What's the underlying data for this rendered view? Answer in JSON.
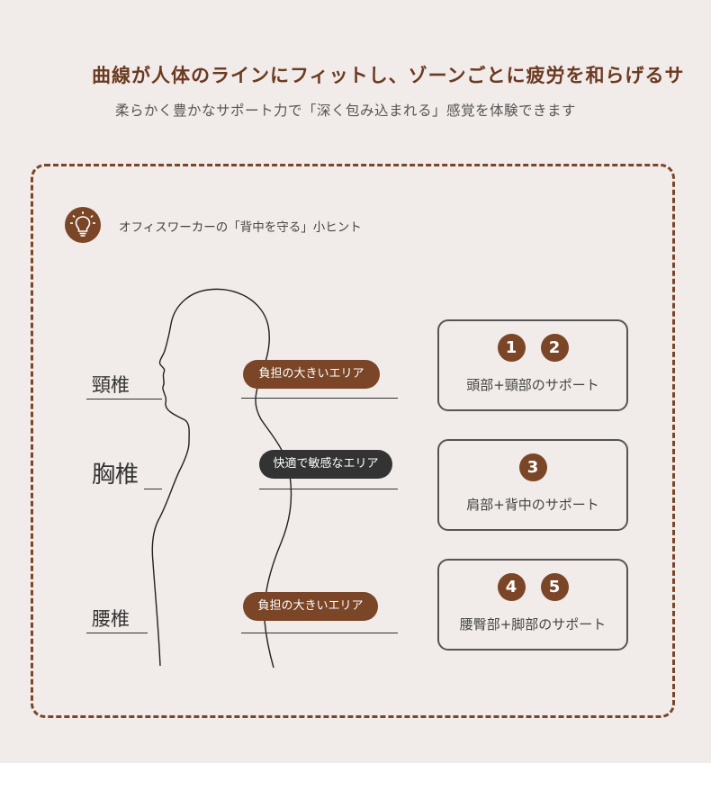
{
  "header": {
    "headline": "曲線が人体のラインにフィットし、ゾーンごとに疲労を和らげるサ",
    "subline": "柔らかく豊かなサポート力で「深く包み込まれる」感覚を体験できます"
  },
  "hint": {
    "icon": "lightbulb-icon",
    "text": "オフィスワーカーの「背中を守る」小ヒント"
  },
  "spine": {
    "cervical": {
      "label": "頸椎",
      "area": "負担の大きいエリア"
    },
    "thoracic": {
      "label": "胸椎",
      "area": "快適で敏感なエリア"
    },
    "lumbar": {
      "label": "腰椎",
      "area": "負担の大きいエリア"
    }
  },
  "zones": [
    {
      "numbers": [
        "1",
        "2"
      ],
      "text": "頭部+頸部のサポート"
    },
    {
      "numbers": [
        "3"
      ],
      "text": "肩部+背中のサポート"
    },
    {
      "numbers": [
        "4",
        "5"
      ],
      "text": "腰臀部+脚部のサポート"
    }
  ],
  "colors": {
    "background": "#f1ebe9",
    "accent_brown": "#7a4627",
    "dark_pill": "#333333"
  }
}
